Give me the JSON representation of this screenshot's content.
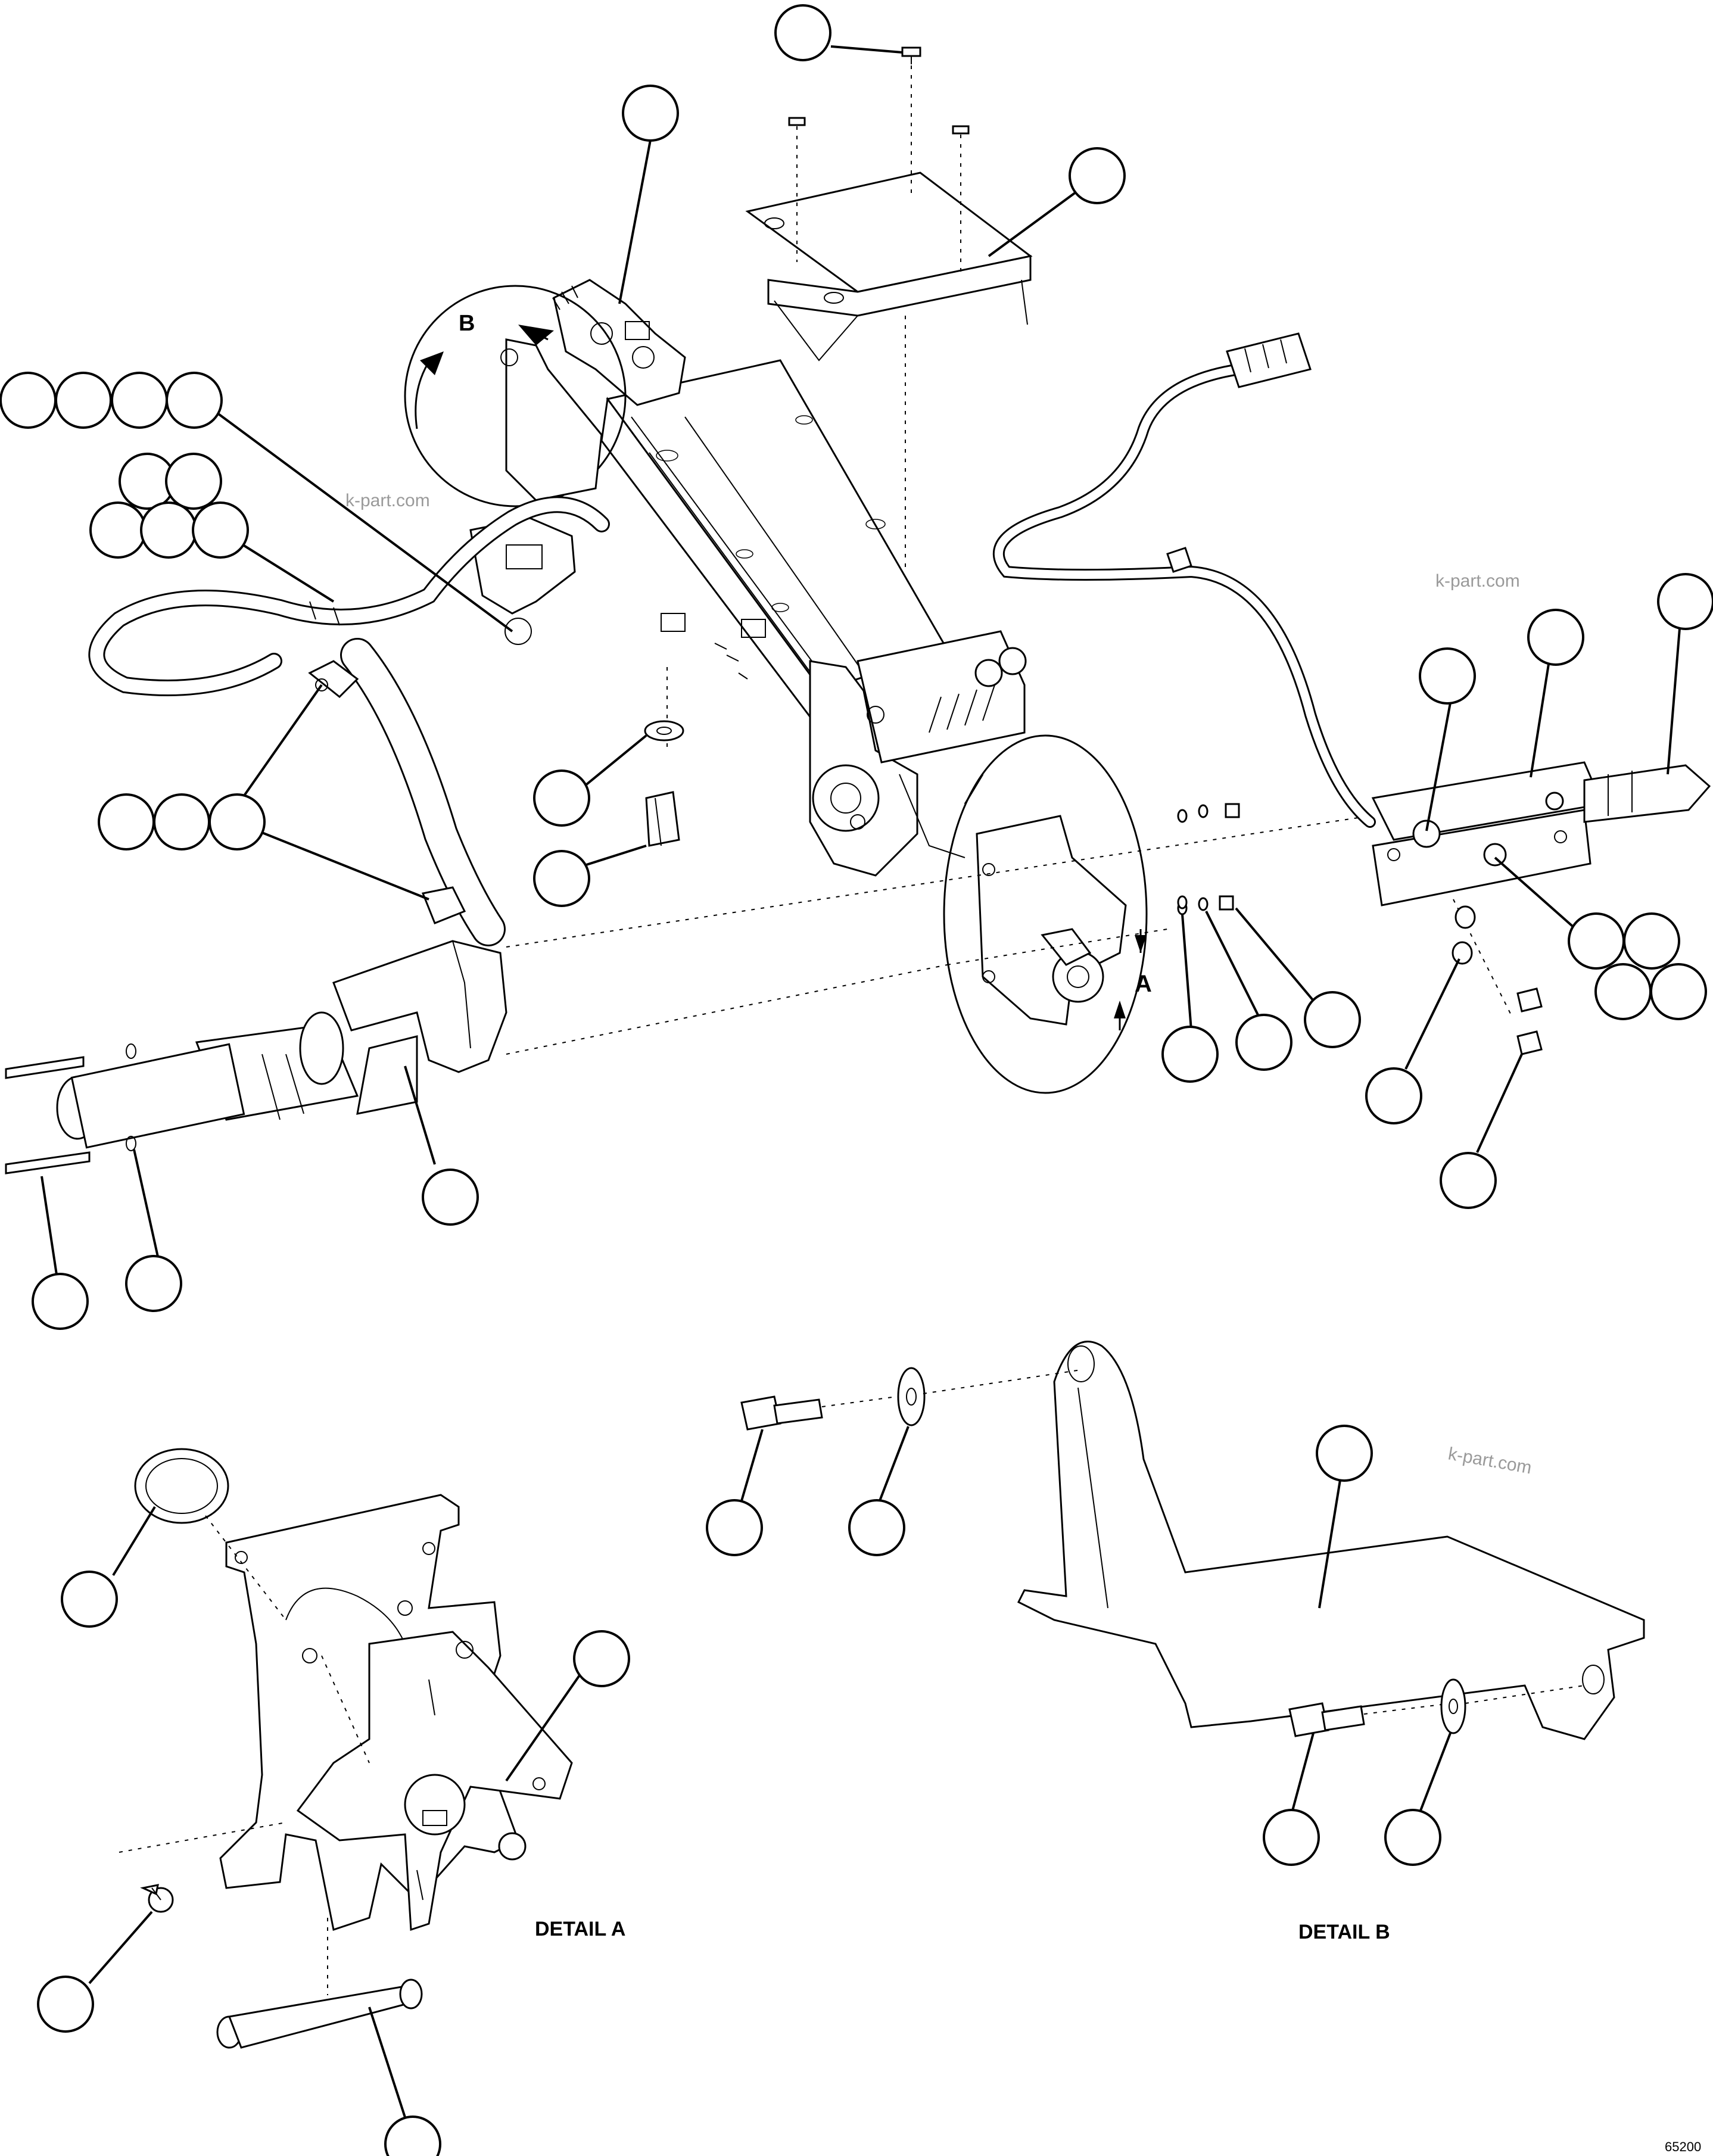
{
  "figure": {
    "view_labels": {
      "a": "A",
      "b": "B"
    },
    "detail_a_title": "DETAIL A",
    "detail_b_title": "DETAIL B",
    "watermark": "k-part.com",
    "drawing_code": "65200"
  }
}
